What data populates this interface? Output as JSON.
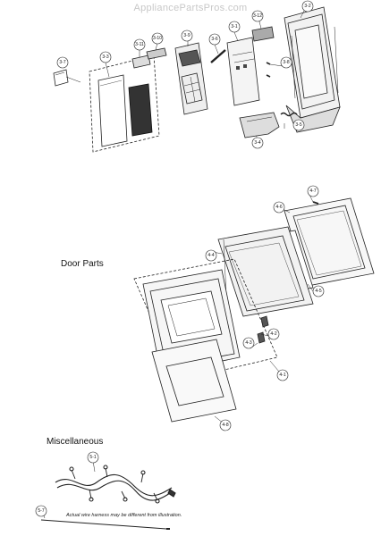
{
  "watermark": "AppliancePartsPros.com",
  "sections": {
    "door_parts": "Door Parts",
    "miscellaneous": "Miscellaneous"
  },
  "harness_note": "Actual wire harness may be different from illustration.",
  "callouts": {
    "c3_7": "3-7",
    "c3_3": "3-3",
    "c3_11": "3-11",
    "c3_10": "3-10",
    "c3_9": "3-9",
    "c3_6": "3-6",
    "c3_1": "3-1",
    "c3_12": "3-12",
    "c3_2": "3-2",
    "c3_8": "3-8",
    "c3_4": "3-4",
    "c3_5": "3-5",
    "c4_7": "4-7",
    "c4_6": "4-6",
    "c4_4": "4-4",
    "c4_5": "4-5",
    "c4_3": "4-3",
    "c4_2": "4-2",
    "c4_1": "4-1",
    "c4_8": "4-8",
    "c5_1": "5-1",
    "c5_7": "5-7"
  }
}
